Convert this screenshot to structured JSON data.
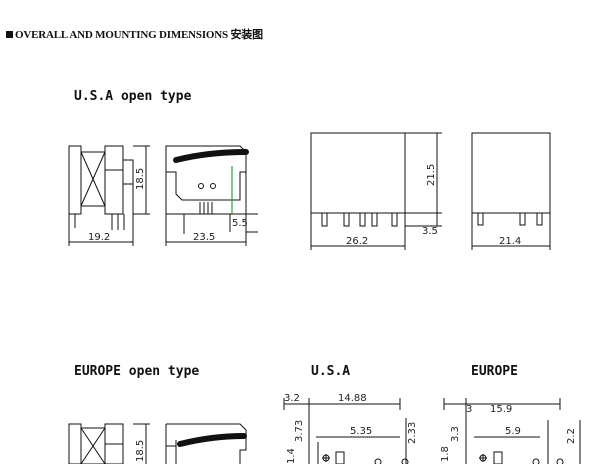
{
  "header": {
    "title": "OVERALL AND MOUNTING DIMENSIONS",
    "title_cn": "安装图"
  },
  "sections": {
    "usa_open_type": "U.S.A open type",
    "europe_open_type": "EUROPE open type",
    "usa": "U.S.A",
    "europe": "EUROPE"
  },
  "dimensions": {
    "side_width": "19.2",
    "side_height": "18.5",
    "front_width": "23.5",
    "front_pin": "5.5",
    "body_width": "26.2",
    "body_height": "21.5",
    "body_pin": "3.5",
    "end_width": "21.4",
    "eu_side_height": "18.5",
    "usa_a": "3.2",
    "usa_b": "14.88",
    "usa_c": "3.73",
    "usa_d": "5.35",
    "usa_e": "2.33",
    "usa_f": "1.4",
    "eu_a": "3",
    "eu_b": "15.9",
    "eu_c": "3.3",
    "eu_d": "5.9",
    "eu_e": "2.2",
    "eu_f": "1.8"
  },
  "colors": {
    "line": "#111111",
    "accent": "#2e9e3a"
  }
}
